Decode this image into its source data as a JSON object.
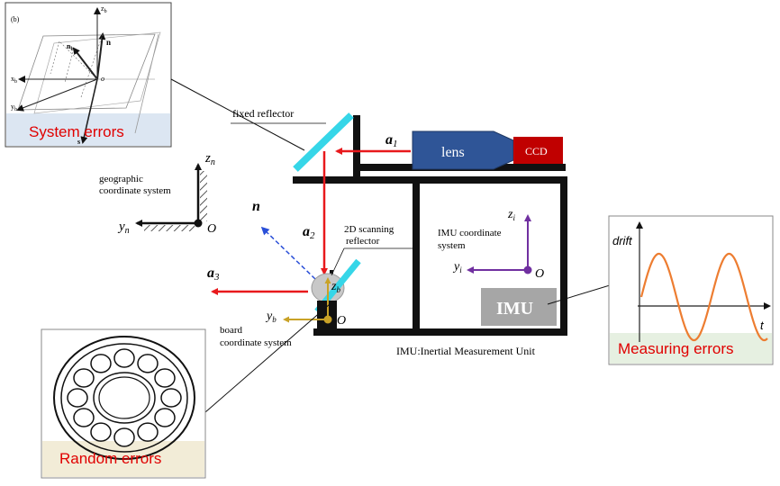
{
  "system_errors_panel": {
    "label": "System errors",
    "inset_tag": "(b)",
    "axes": {
      "z": "z",
      "z_sub": "b",
      "x": "x",
      "x_sub": "b",
      "y": "y",
      "y_sub": "b",
      "s": "s",
      "n": "n",
      "nb": "n",
      "nb_sub": "b",
      "origin": "o"
    }
  },
  "random_errors_panel": {
    "label": "Random errors"
  },
  "measuring_errors_panel": {
    "label": "Measuring errors",
    "y_axis": "drift",
    "x_axis": "t"
  },
  "geographic_frame": {
    "label_line1": "geographic",
    "label_line2": "coordinate system",
    "z": "z",
    "z_sub": "n",
    "y": "y",
    "y_sub": "n",
    "origin": "O"
  },
  "fixed_reflector": {
    "label": "fixed reflector"
  },
  "lens": {
    "label": "lens"
  },
  "ccd": {
    "label": "CCD"
  },
  "beams": {
    "a1": "a",
    "a1_sub": "1",
    "a2": "a",
    "a2_sub": "2",
    "a3": "a",
    "a3_sub": "3",
    "n": "n"
  },
  "scanning_reflector": {
    "label_line1": "2D scanning",
    "label_line2": "reflector"
  },
  "imu_frame": {
    "label_line1": "IMU coordinate",
    "label_line2": "system",
    "z": "z",
    "z_sub": "i",
    "y": "y",
    "y_sub": "i",
    "origin": "O"
  },
  "board_frame": {
    "label_line1": "board",
    "label_line2": "coordinate system",
    "z": "z",
    "z_sub": "b",
    "y": "y",
    "y_sub": "b",
    "origin": "O"
  },
  "imu_box": {
    "label": "IMU"
  },
  "imu_caption": "IMU:Inertial Measurement Unit",
  "colors": {
    "beam_red": "#e8191c",
    "reflector_cyan": "#36d6e8",
    "lens_blue": "#2f5597",
    "ccd_red": "#c00000",
    "imu_purple": "#7030a0",
    "board_gold": "#c9a227",
    "drift_orange": "#ed7d31",
    "label_red": "#e00000",
    "system_panel_bg": "#dce6f2",
    "random_panel_bg": "#f2ecd7",
    "measuring_panel_bg": "#e6f0e1",
    "imu_box_gray": "#a6a6a6"
  }
}
